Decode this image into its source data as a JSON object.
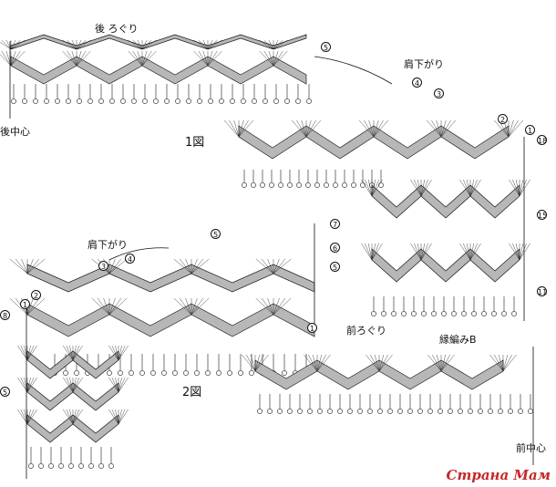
{
  "labels": {
    "back_neck": "後 ろぐり",
    "shoulder_slope": "肩下がり",
    "shoulder_slope_2": "肩下がり",
    "figure_1": "1図",
    "figure_2": "2図",
    "front_neck": "前ろぐり",
    "edging_b": "縁編みB",
    "back_center": "後中心",
    "front_center": "前中心"
  },
  "row_markers": {
    "fig1_5": "5",
    "fig1_4": "4",
    "fig1_3": "3",
    "fig1_2": "2",
    "fig1_1": "1",
    "fig1_18": "18",
    "fig1_15": "15",
    "fig1_11": "11",
    "fig2_7": "7",
    "fig2_6": "6",
    "fig2_5": "5",
    "fig2_5b": "5",
    "fig2_3": "3",
    "fig2_4": "4",
    "fig2_2": "2",
    "fig2_1": "1",
    "fig2_1b": "1",
    "fig2_18": "8",
    "fig2_15": "5"
  },
  "watermark": "Страна Мам",
  "colors": {
    "shade": "#b7b7b7",
    "ink": "#1a1a1a",
    "watermark": "#c62828"
  }
}
